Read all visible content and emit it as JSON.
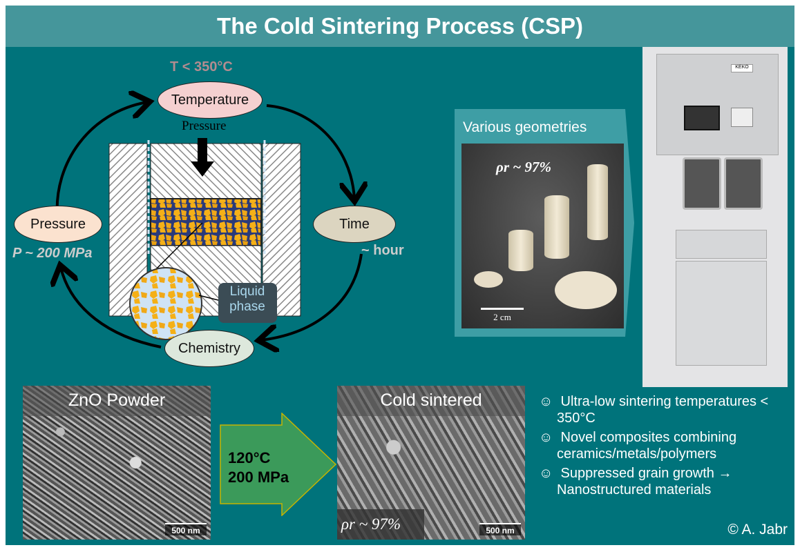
{
  "title": "The Cold Sintering Process (CSP)",
  "cycle": {
    "temperature": {
      "label": "Temperature",
      "condition": "T < 350°C"
    },
    "time": {
      "label": "Time",
      "condition": "~ hour"
    },
    "chemistry": {
      "label": "Chemistry"
    },
    "pressure": {
      "label": "Pressure",
      "condition": "P ~ 200 MPa"
    },
    "die_pressure_label": "Pressure",
    "liquid_phase_label": "Liquid phase"
  },
  "geometries": {
    "title": "Various geometries",
    "density": "ρr ~ 97%",
    "scale": "2 cm"
  },
  "machine": {
    "badge": "KEKO"
  },
  "powder": {
    "title": "ZnO Powder",
    "scale": "500 nm"
  },
  "arrow": {
    "line1": "120°C",
    "line2": "200 MPa"
  },
  "sintered": {
    "title": "Cold sintered",
    "density": "ρr ~ 97%",
    "scale": "500 nm"
  },
  "bullets": [
    {
      "icon": "smiley-icon",
      "text": "Ultra-low sintering temperatures < 350°C"
    },
    {
      "icon": "smiley-icon",
      "text": "Novel composites combining ceramics/metals/polymers"
    },
    {
      "icon": "smiley-icon",
      "text": "Suppressed grain growth → Nanostructured materials"
    }
  ],
  "bullet_symbol": "☺",
  "copyright": "© A. Jabr",
  "colors": {
    "background": "#00737b",
    "header": "#45969b",
    "temperature": "#f5d0d0",
    "pressure": "#fbe2cf",
    "time": "#dcd5c0",
    "chemistry": "#dde8dc",
    "arrow": "#3b9a5a",
    "particles": "#f5b017"
  }
}
